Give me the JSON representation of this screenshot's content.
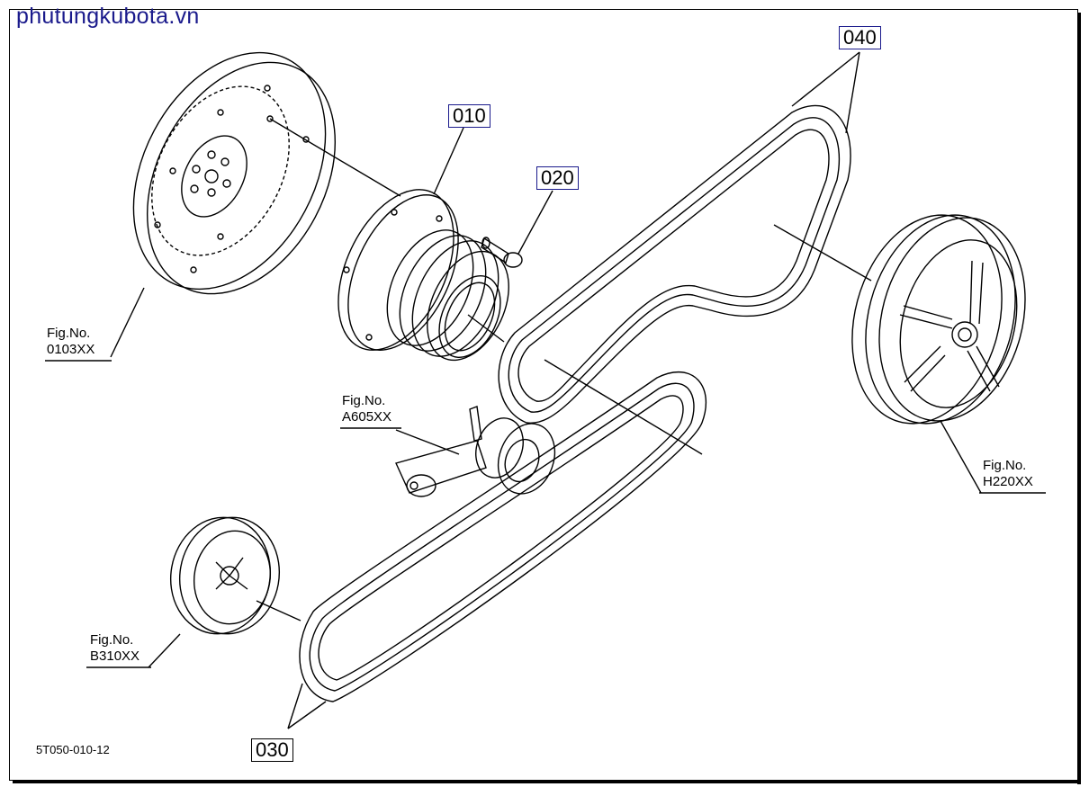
{
  "watermark": "phutungkubota.vn",
  "drawing_code": "5T050-010-12",
  "callouts": {
    "p010": "010",
    "p020": "020",
    "p030": "030",
    "p040": "040"
  },
  "figure_refs": {
    "flywheel": {
      "label": "Fig.No.",
      "code": "0103XX"
    },
    "tensioner": {
      "label": "Fig.No.",
      "code": "A605XX"
    },
    "large_pulley": {
      "label": "Fig.No.",
      "code": "H220XX"
    },
    "small_pulley": {
      "label": "Fig.No.",
      "code": "B310XX"
    }
  },
  "colors": {
    "ink": "#000000",
    "watermark": "#1a1a8c"
  }
}
